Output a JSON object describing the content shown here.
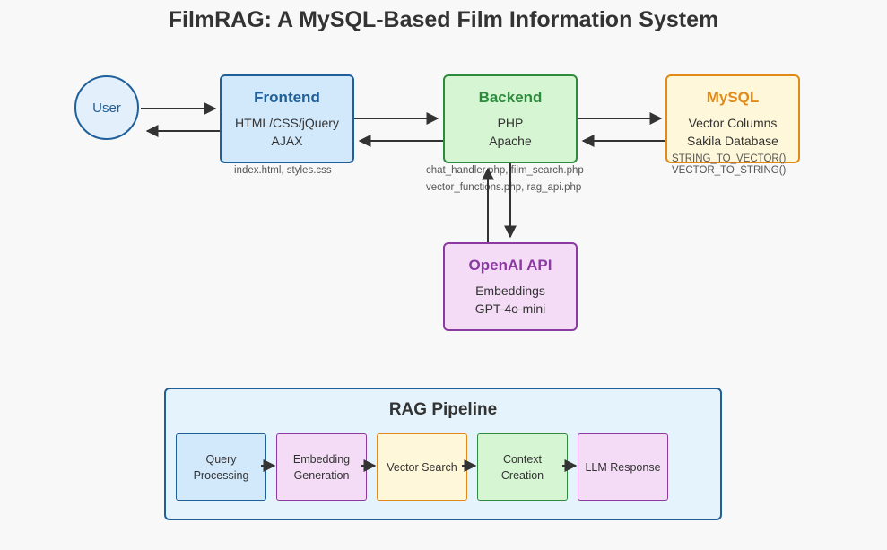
{
  "title": "FilmRAG: A MySQL-Based Film Information System",
  "user": {
    "label": "User"
  },
  "frontend": {
    "title": "Frontend",
    "lines": [
      "HTML/CSS/jQuery",
      "AJAX"
    ],
    "note": "index.html, styles.css"
  },
  "backend": {
    "title": "Backend",
    "lines": [
      "PHP",
      "Apache"
    ],
    "notes": [
      "chat_handler.php, film_search.php",
      "vector_functions.php, rag_api.php"
    ]
  },
  "mysql": {
    "title": "MySQL",
    "lines": [
      "Vector Columns",
      "Sakila Database"
    ],
    "notes": [
      "STRING_TO_VECTOR()",
      "VECTOR_TO_STRING()"
    ]
  },
  "openai": {
    "title": "OpenAI API",
    "lines": [
      "Embeddings",
      "GPT-4o-mini"
    ]
  },
  "pipeline": {
    "title": "RAG Pipeline",
    "steps": [
      {
        "label": "Query Processing",
        "fill": "#d2e9fc",
        "stroke": "#1f5f9a"
      },
      {
        "label": "Embedding Generation",
        "fill": "#f4dcf7",
        "stroke": "#8a3aa0"
      },
      {
        "label": "Vector Search",
        "fill": "#fff7d9",
        "stroke": "#e08a1a"
      },
      {
        "label": "Context Creation",
        "fill": "#d6f5d3",
        "stroke": "#2e8b3e"
      },
      {
        "label": "LLM Response",
        "fill": "#f4dcf7",
        "stroke": "#8a3aa0"
      }
    ]
  },
  "colors": {
    "arrow": "#333333"
  }
}
